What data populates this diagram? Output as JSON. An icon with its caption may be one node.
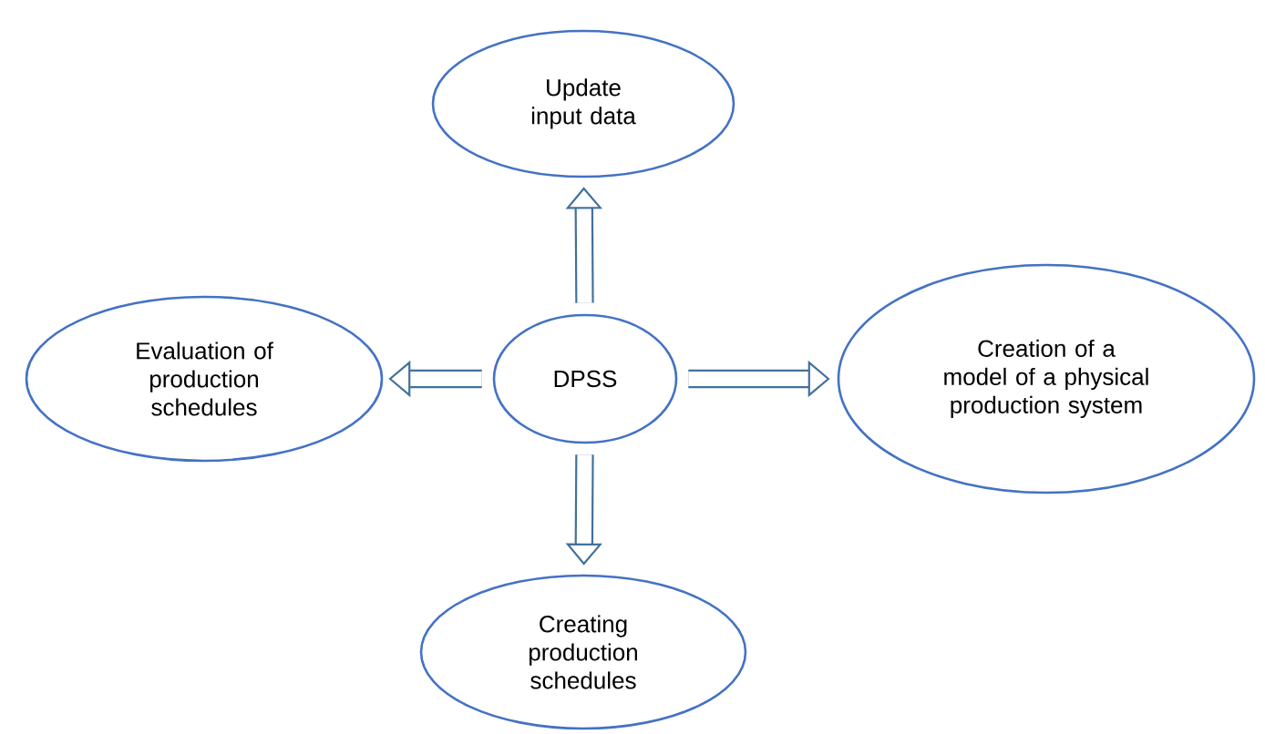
{
  "diagram": {
    "nodes": [
      {
        "text": [
          "Update input data"
        ]
      },
      {
        "text": [
          "Evaluation of production schedules"
        ]
      },
      {
        "text": [
          "DPSS"
        ]
      },
      {
        "text": [
          "Creation of a model of a physical production system"
        ]
      },
      {
        "text": [
          "Creating production schedules"
        ]
      }
    ],
    "edges": [
      {
        "from": 2,
        "to": 0,
        "arrow": "to"
      },
      {
        "from": 2,
        "to": 1,
        "arrow": "to"
      },
      {
        "from": 2,
        "to": 3,
        "arrow": "to"
      },
      {
        "from": 2,
        "to": 4,
        "arrow": "to"
      }
    ]
  }
}
